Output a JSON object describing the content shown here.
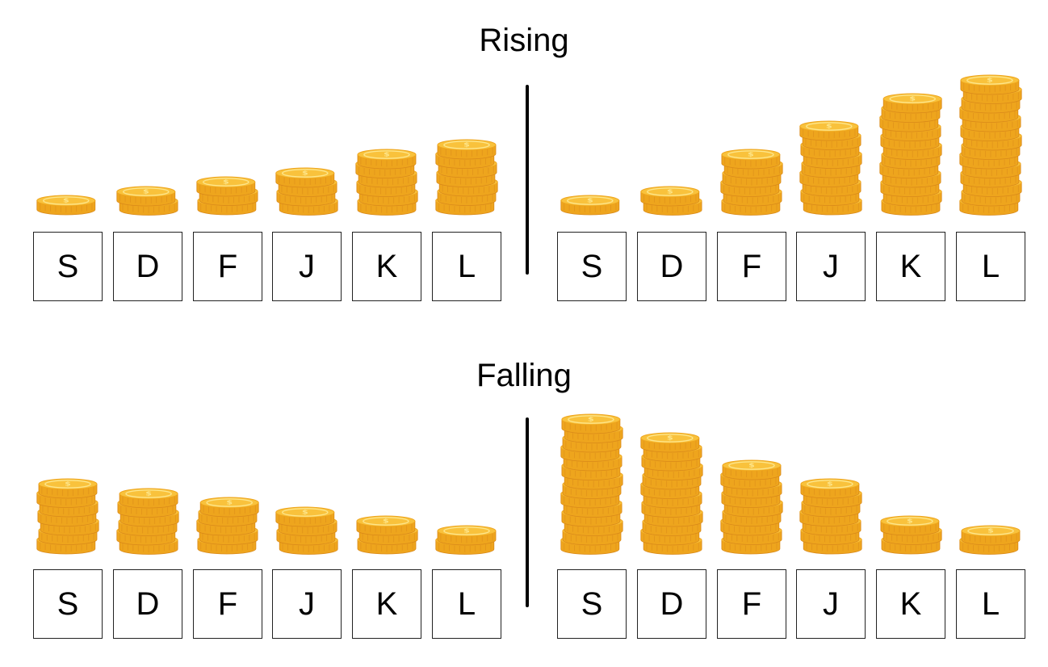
{
  "titles": {
    "rising": "Rising",
    "falling": "Falling"
  },
  "keys": [
    "S",
    "D",
    "F",
    "J",
    "K",
    "L"
  ],
  "colors": {
    "coin_face": "#f9c23c",
    "coin_edge": "#eea51d",
    "coin_shadow": "#d9891a",
    "coin_highlight": "#fde58a",
    "key_border": "#222222",
    "divider": "#000000"
  },
  "panels": [
    {
      "name": "rising-left",
      "coins": [
        1,
        2,
        3,
        4,
        6,
        7
      ]
    },
    {
      "name": "rising-right",
      "coins": [
        1,
        2,
        6,
        9,
        12,
        14
      ]
    },
    {
      "name": "falling-left",
      "coins": [
        7,
        6,
        5,
        4,
        3,
        2
      ]
    },
    {
      "name": "falling-right",
      "coins": [
        14,
        12,
        9,
        7,
        3,
        2
      ]
    }
  ]
}
